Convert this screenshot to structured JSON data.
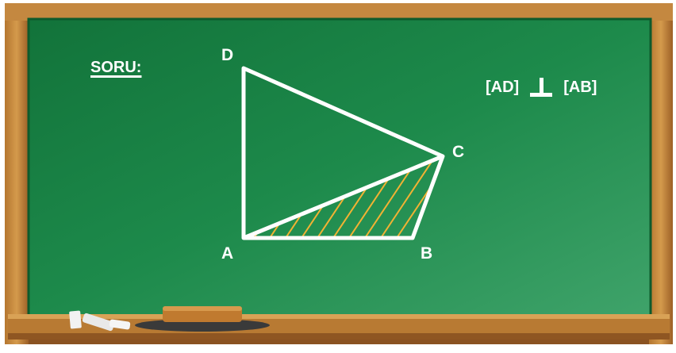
{
  "question_label": "SORU:",
  "condition": {
    "left": "[AD]",
    "symbol": "perpendicular-icon",
    "right": "[AB]"
  },
  "points": {
    "A": "A",
    "B": "B",
    "C": "C",
    "D": "D"
  },
  "colors": {
    "board": "#1f8a4c",
    "frame": "#b9772e",
    "chalk": "#ffffff",
    "hatch": "#f2b233"
  }
}
